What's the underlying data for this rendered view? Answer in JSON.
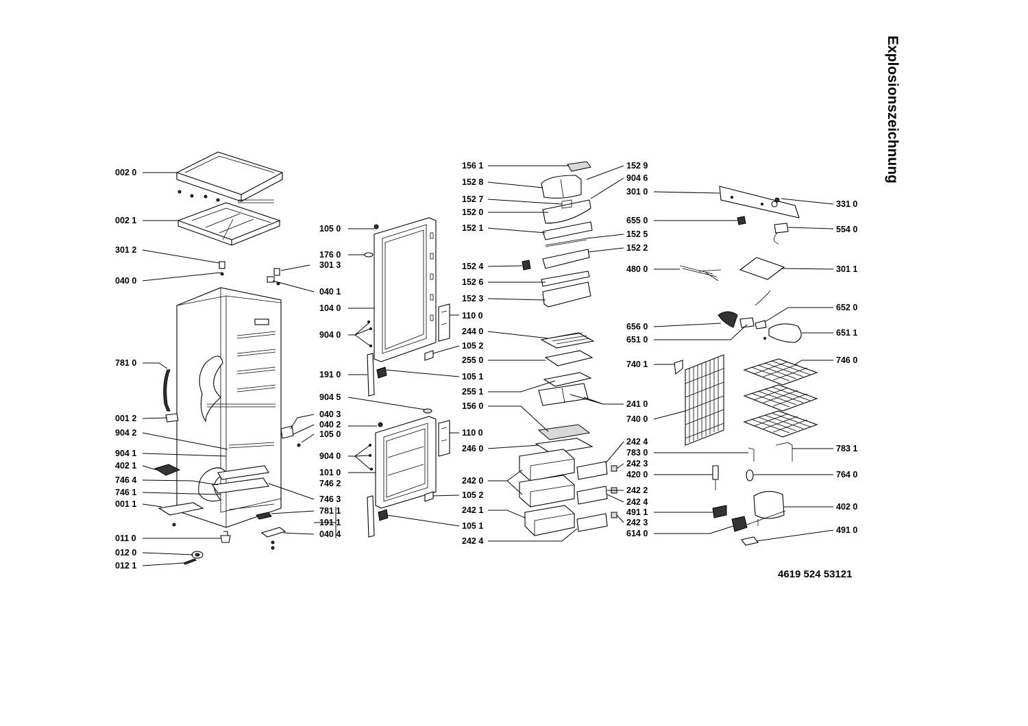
{
  "title": "Explosionszeichnung",
  "document_number": "4619 524 53121",
  "labels": {
    "l0020": "002 0",
    "l0021": "002 1",
    "l3012": "301 2",
    "l0400": "040 0",
    "l3013": "301 3",
    "l0401": "040 1",
    "l7810": "781 0",
    "l0012": "001 2",
    "l9042": "904 2",
    "l9041": "904 1",
    "l4021": "402 1",
    "l7464": "746 4",
    "l7461": "746 1",
    "l0011": "001 1",
    "l0110": "011 0",
    "l0120": "012 0",
    "l0121": "012 1",
    "l0403": "040 3",
    "l0402": "040 2",
    "l1050a": "105 0",
    "l7462": "746 2",
    "l7463": "746 3",
    "l7811": "781 1",
    "l1911b": "191 1",
    "l0404": "040 4",
    "l1050b": "105 0",
    "l1760": "176 0",
    "l1040": "104 0",
    "l9040a": "904 0",
    "l1910": "191 0",
    "l9045": "904 5",
    "l9040b": "904 0",
    "l1010": "101 0",
    "l1100a": "110 0",
    "l1052a": "105 2",
    "l1051a": "105 1",
    "l1100b": "110 0",
    "l1052b": "105 2",
    "l1051b": "105 1",
    "l1561": "156 1",
    "l1528": "152 8",
    "l1527": "152 7",
    "l1520": "152 0",
    "l1521": "152 1",
    "l1524": "152 4",
    "l1526": "152 6",
    "l1523": "152 3",
    "l2440": "244 0",
    "l2550": "255 0",
    "l2551": "255 1",
    "l1560": "156 0",
    "l2460": "246 0",
    "l2420": "242 0",
    "l2421": "242 1",
    "l2424b": "242 4",
    "l1529": "152 9",
    "l9046": "904 6",
    "l1525": "152 5",
    "l1522": "152 2",
    "l2410": "241 0",
    "l2424a": "242 4",
    "l2423a": "242 3",
    "l2422": "242 2",
    "l2424c": "242 4",
    "l2423b": "242 3",
    "l3010": "301 0",
    "l6550": "655 0",
    "l4800": "480 0",
    "l6560": "656 0",
    "l6510": "651 0",
    "l7401": "740 1",
    "l7400": "740 0",
    "l7830": "783 0",
    "l4200": "420 0",
    "l4911": "491 1",
    "l6140": "614 0",
    "l3310": "331 0",
    "l5540": "554 0",
    "l3011": "301 1",
    "l6520": "652 0",
    "l6511": "651 1",
    "l7460": "746 0",
    "l7831": "783 1",
    "l7640": "764 0",
    "l4020": "402 0",
    "l4910": "491 0"
  }
}
